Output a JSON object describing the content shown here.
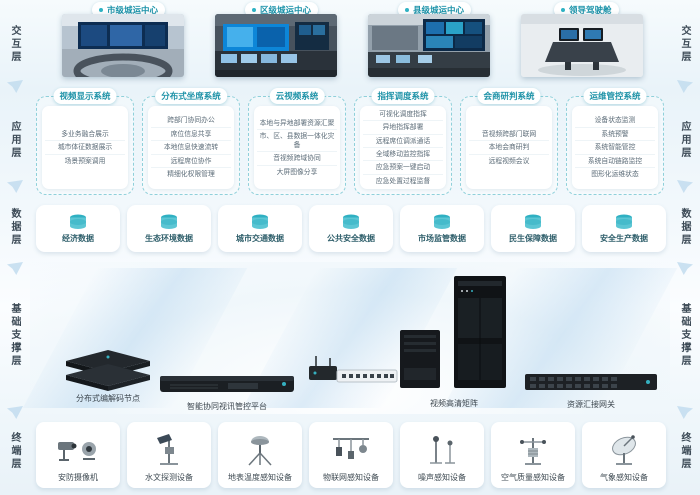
{
  "side_labels": [
    "交互层",
    "应用层",
    "数据层",
    "基础支撑层",
    "终端层"
  ],
  "interaction": {
    "centers": [
      "市级城运中心",
      "区级城运中心",
      "县级城运中心",
      "领导驾驶舱"
    ]
  },
  "application": {
    "systems": [
      {
        "title": "视频显示系统",
        "items": [
          "多业务融合展示",
          "城市体征数据展示",
          "场景预案调用"
        ]
      },
      {
        "title": "分布式坐席系统",
        "items": [
          "跨部门协同办公",
          "席位信息共享",
          "本地信息快速流转",
          "远程席位协作",
          "精细化权限管理"
        ]
      },
      {
        "title": "云视频系统",
        "items": [
          "本地与异地部署资源汇聚",
          "市、区、县数据一体化灾备",
          "音视频跨域协同",
          "大屏图像分享"
        ]
      },
      {
        "title": "指挥调度系统",
        "items": [
          "可视化调度指挥",
          "异地指挥部署",
          "远程席位调派通话",
          "全域移动监控指挥",
          "应急预案一键启动",
          "应急处置过程监督"
        ]
      },
      {
        "title": "会商研判系统",
        "items": [
          "音视频跨部门联网",
          "本地会商研判",
          "远程视频会议"
        ]
      },
      {
        "title": "运维管控系统",
        "items": [
          "设备状态监测",
          "系统预警",
          "系统智能管控",
          "系统自动链路监控",
          "图形化运维状态"
        ]
      }
    ]
  },
  "data_layer": {
    "items": [
      "经济数据",
      "生态环境数据",
      "城市交通数据",
      "公共安全数据",
      "市场监管数据",
      "民生保障数据",
      "安全生产数据"
    ]
  },
  "infrastructure": {
    "devices": [
      "分布式编解码节点",
      "智能协同视讯管控平台",
      "视频高清矩阵",
      "资源汇接网关"
    ]
  },
  "terminal": {
    "devices": [
      "安防摄像机",
      "水文探测设备",
      "地表温度感知设备",
      "物联网感知设备",
      "噪声感知设备",
      "空气质量感知设备",
      "气象感知设备"
    ]
  },
  "colors": {
    "accent": "#1f9db0",
    "dashed_border": "#8fd0da"
  }
}
